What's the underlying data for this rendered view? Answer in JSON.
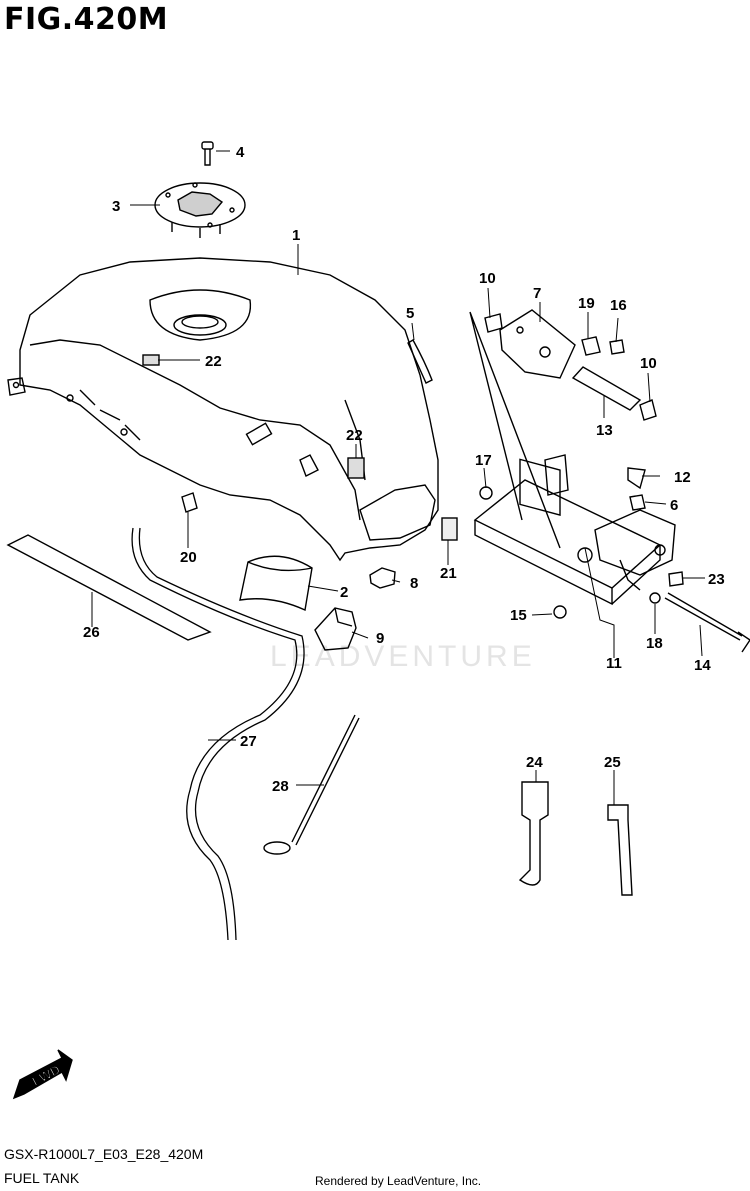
{
  "title": "FIG.420M",
  "caption": {
    "model": "GSX-R1000L7_E03_E28_420M",
    "name": "FUEL TANK",
    "rendered_by": "Rendered by LeadVenture, Inc."
  },
  "watermark": "LEADVENTURE",
  "fwd_label": "FWD",
  "callouts": [
    "1",
    "2",
    "3",
    "4",
    "5",
    "6",
    "7",
    "8",
    "9",
    "10",
    "10",
    "11",
    "12",
    "13",
    "14",
    "15",
    "16",
    "17",
    "18",
    "19",
    "20",
    "21",
    "22",
    "22",
    "23",
    "24",
    "25",
    "26",
    "27",
    "28"
  ]
}
